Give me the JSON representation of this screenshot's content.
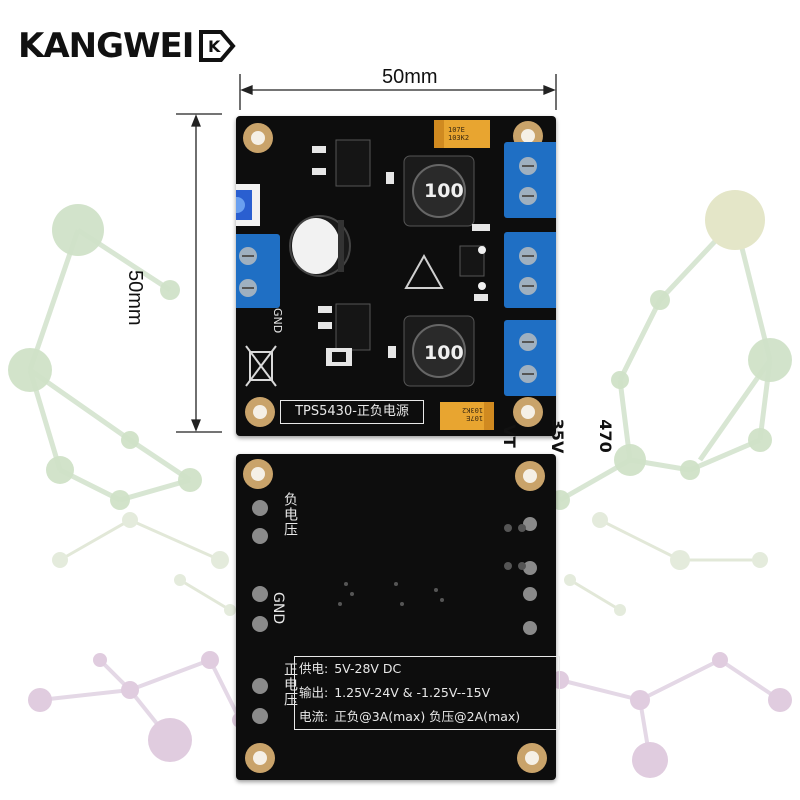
{
  "brand": {
    "name": "KANGWEI",
    "mark": "K"
  },
  "dimensions": {
    "width": "50mm",
    "height": "50mm"
  },
  "top_board": {
    "title": "TPS5430-正负电源",
    "gnd_label": "GND",
    "capacitor": {
      "line1": "470",
      "line2": "35V",
      "line3": "VT"
    },
    "inductor_1": "100",
    "inductor_2": "100",
    "tantalum_1": "107E\n103K2",
    "tantalum_2": "107E\n103K2"
  },
  "bottom_board": {
    "neg_label": "负电压",
    "gnd_label": "GND",
    "pos_label": "正电压",
    "specs": [
      {
        "key": "供电:",
        "value": "5V-28V DC"
      },
      {
        "key": "输出:",
        "value": "1.25V-24V & -1.25V--15V"
      },
      {
        "key": "电流:",
        "value": "正负@3A(max) 负压@2A(max)"
      }
    ]
  },
  "colors": {
    "pcb": "#0d0d0d",
    "terminal_blue": "#1f6fc4",
    "pad_gold": "#c9a36a",
    "tantalum": "#e8a530",
    "net_green": "#c6dcc0",
    "net_purple": "#dcc8dc",
    "net_yellow": "#e0e2c0"
  }
}
